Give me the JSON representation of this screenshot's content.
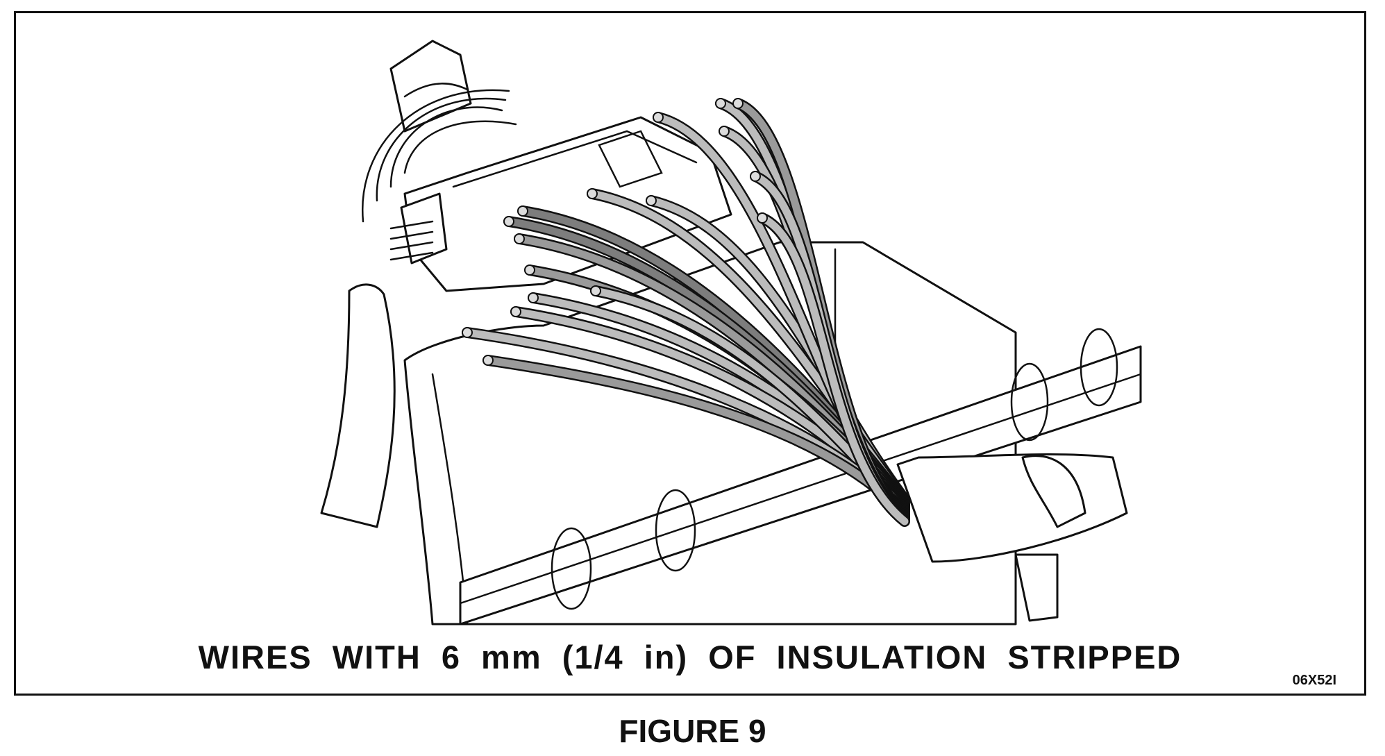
{
  "figure": {
    "caption": "WIRES WITH 6 mm (1/4 in) OF INSULATION STRIPPED",
    "code": "06X52I",
    "title": "FIGURE 9"
  },
  "colors": {
    "outline": "#111111",
    "wire_light": "#bcbcbc",
    "wire_mid": "#9a9a9a",
    "wire_dark": "#7d7d7d",
    "stripped_end": "#dcdcdc"
  },
  "wires": [
    {
      "start": [
        915,
        270
      ],
      "shade": "light"
    },
    {
      "start": [
        830,
        260
      ],
      "shade": "light"
    },
    {
      "start": [
        730,
        285
      ],
      "shade": "dark"
    },
    {
      "start": [
        710,
        300
      ],
      "shade": "dark"
    },
    {
      "start": [
        725,
        325
      ],
      "shade": "mid"
    },
    {
      "start": [
        740,
        370
      ],
      "shade": "mid"
    },
    {
      "start": [
        745,
        410
      ],
      "shade": "light"
    },
    {
      "start": [
        720,
        430
      ],
      "shade": "light"
    },
    {
      "start": [
        835,
        400
      ],
      "shade": "light"
    },
    {
      "start": [
        650,
        460
      ],
      "shade": "light"
    },
    {
      "start": [
        680,
        500
      ],
      "shade": "mid"
    },
    {
      "start": [
        925,
        150
      ],
      "shade": "light"
    },
    {
      "start": [
        1015,
        130
      ],
      "shade": "light"
    },
    {
      "start": [
        1040,
        130
      ],
      "shade": "mid"
    },
    {
      "start": [
        1020,
        170
      ],
      "shade": "light"
    },
    {
      "start": [
        1065,
        235
      ],
      "shade": "light"
    },
    {
      "start": [
        1075,
        295
      ],
      "shade": "light"
    }
  ]
}
